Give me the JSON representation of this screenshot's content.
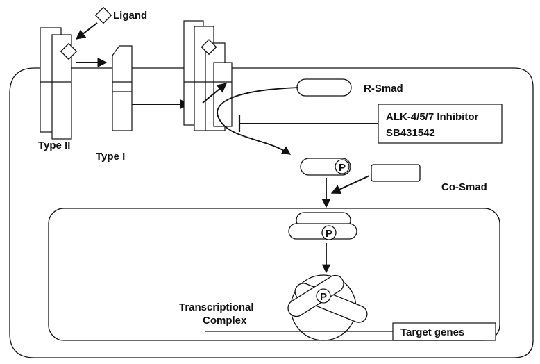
{
  "labels": {
    "ligand": "Ligand",
    "type_ii": "Type II",
    "type_i": "Type I",
    "r_smad": "R-Smad",
    "inhibitor_line1": "ALK-4/5/7 Inhibitor",
    "inhibitor_line2": "SB431542",
    "co_smad": "Co-Smad",
    "phospho": "P",
    "transcriptional_line1": "Transcriptional",
    "transcriptional_line2": "Complex",
    "target_genes": "Target genes"
  },
  "colors": {
    "stroke": "#111111",
    "background": "#ffffff"
  }
}
